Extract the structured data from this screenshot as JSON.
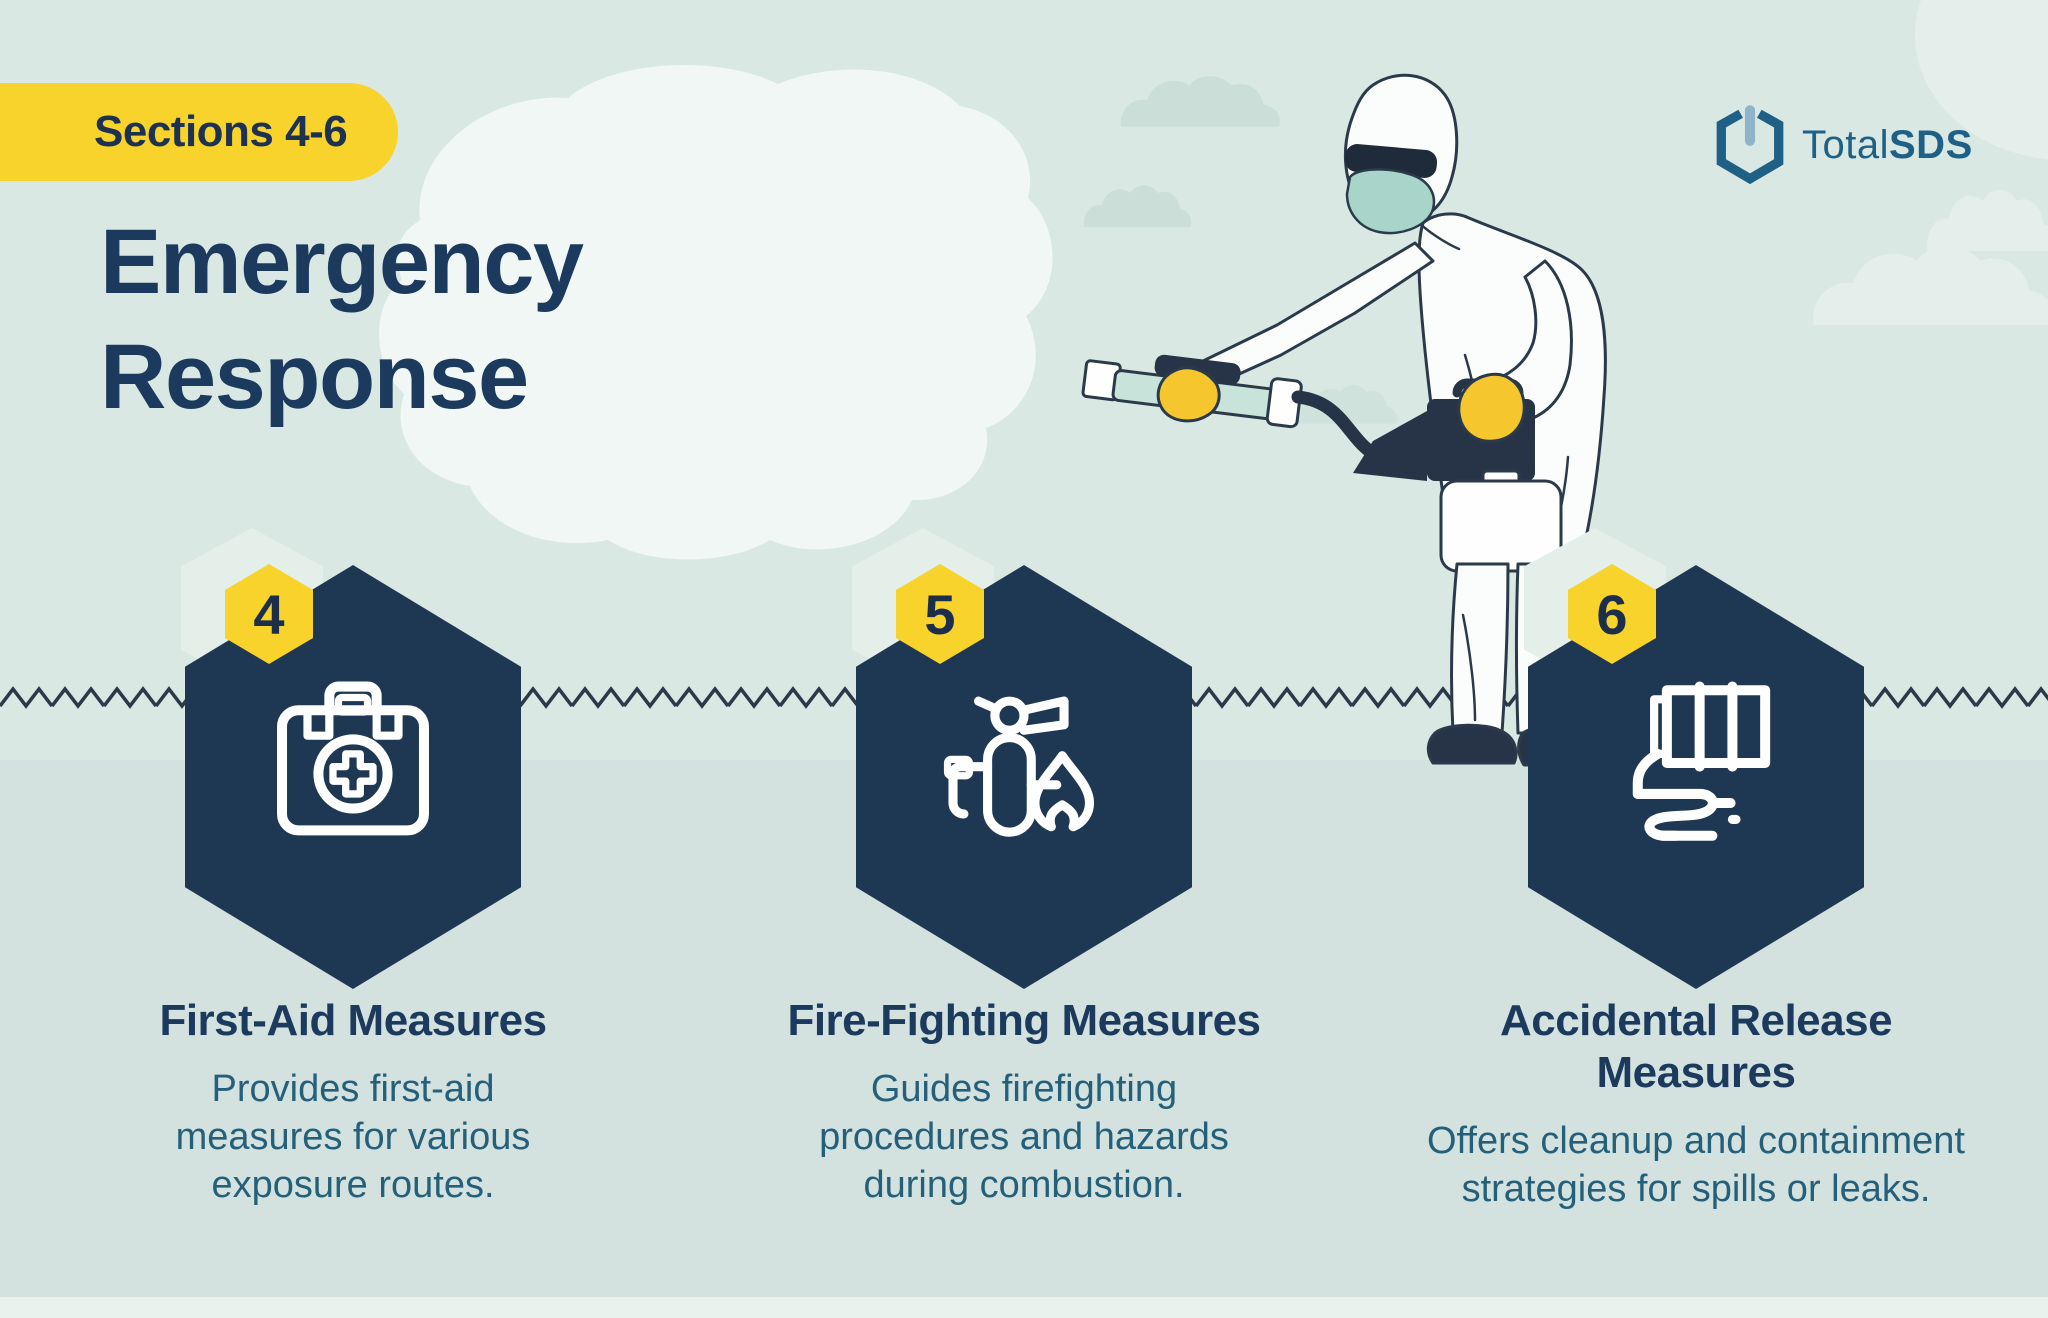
{
  "header": {
    "badge": "Sections 4-6",
    "title": "Emergency\nResponse"
  },
  "logo": {
    "name": "Total",
    "suffix": "SDS"
  },
  "sections": [
    {
      "number": "4",
      "title": "First-Aid Measures",
      "description": "Provides first-aid\nmeasures for various\nexposure routes.",
      "icon": "first-aid-kit"
    },
    {
      "number": "5",
      "title": "Fire-Fighting Measures",
      "description": "Guides firefighting\nprocedures and hazards\nduring combustion.",
      "icon": "fire-extinguisher-flame"
    },
    {
      "number": "6",
      "title": "Accidental Release\nMeasures",
      "description": "Offers cleanup and containment\nstrategies for spills or leaks.",
      "icon": "barrel-spill"
    }
  ],
  "illustration": {
    "name": "hazmat-worker-spraying"
  },
  "colors": {
    "background_sky": "#d9e8e3",
    "background_ground": "#d4e2df",
    "accent_yellow": "#f8d32b",
    "hexagon_navy": "#1e3752",
    "title_navy": "#1b3a5e",
    "description_teal": "#25607b",
    "logo_blue": "#1f6086"
  }
}
